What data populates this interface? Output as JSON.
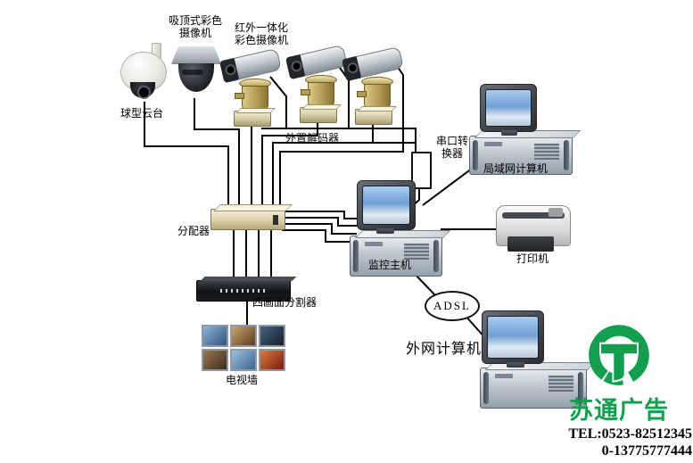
{
  "diagram": {
    "labels": {
      "dome_ptz": "球型云台",
      "ceiling_camera": "吸顶式彩色摄像机",
      "ir_camera": "红外一体化彩色摄像机",
      "decoder": "外置解码器",
      "distributor": "分配器",
      "serial_converter": "串口转换器",
      "lan_computer": "局域网计算机",
      "monitor_host": "监控主机",
      "printer": "打印机",
      "quad_splitter": "四画面分割器",
      "adsl": "ADSL",
      "tv_wall": "电视墙",
      "external_computer": "外网计算机"
    }
  },
  "branding": {
    "company": "苏通广告",
    "tel": "TEL:0523-82512345",
    "phone": "0-13775777444",
    "brand_color": "#12a050"
  }
}
